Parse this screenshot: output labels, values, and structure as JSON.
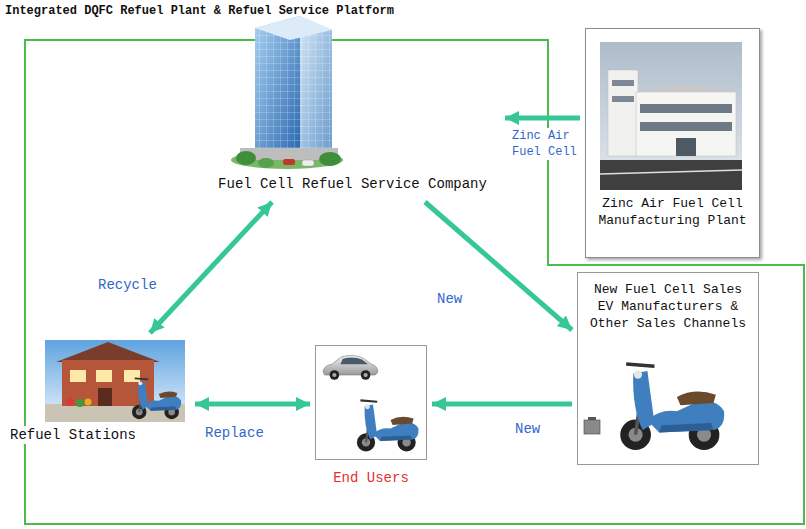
{
  "diagram": {
    "title": "Integrated DQFC Refuel Plant & Refuel Service Platform",
    "nodes": [
      {
        "text": [
          "Fuel Cell Refuel Service Company"
        ]
      },
      {
        "text": [
          "Zinc Air Fuel Cell Manufacturing Plant"
        ]
      },
      {
        "text": [
          "Refuel Stations"
        ]
      },
      {
        "text": [
          "End Users"
        ]
      },
      {
        "text": [
          "New Fuel Cell Sales EV Manufacturers & Other Sales Channels"
        ]
      }
    ],
    "edges": [
      {
        "from": 1,
        "to": 0,
        "label": "Zinc Air Fuel Cell",
        "arrow": "to"
      },
      {
        "from": 0,
        "to": 2,
        "label": "Recycle",
        "arrow": "both"
      },
      {
        "from": 0,
        "to": 4,
        "label": "New",
        "arrow": "to"
      },
      {
        "from": 2,
        "to": 3,
        "label": "Replace",
        "arrow": "both"
      },
      {
        "from": 4,
        "to": 3,
        "label": "New",
        "arrow": "to"
      }
    ]
  }
}
